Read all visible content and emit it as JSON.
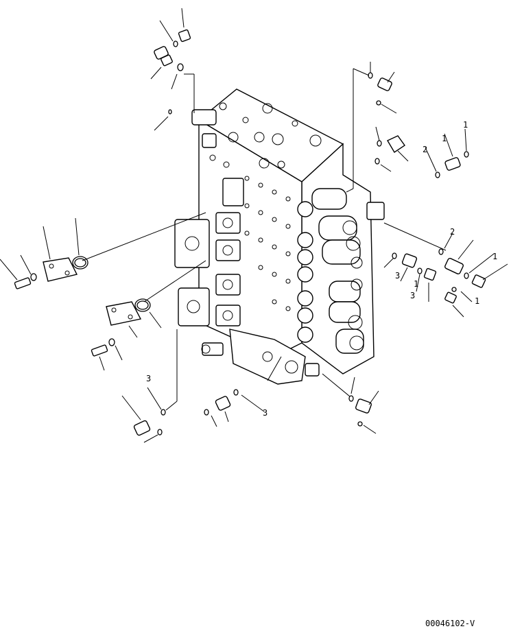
{
  "drawing": {
    "code": "00046102-V"
  },
  "callouts": {
    "c1": "1",
    "c2": "2",
    "c3": "3",
    "c4": "2",
    "c5": "3",
    "c6": "1",
    "c7": "1",
    "c8": "3",
    "c9": "1",
    "c10": "3",
    "c11": "1"
  }
}
